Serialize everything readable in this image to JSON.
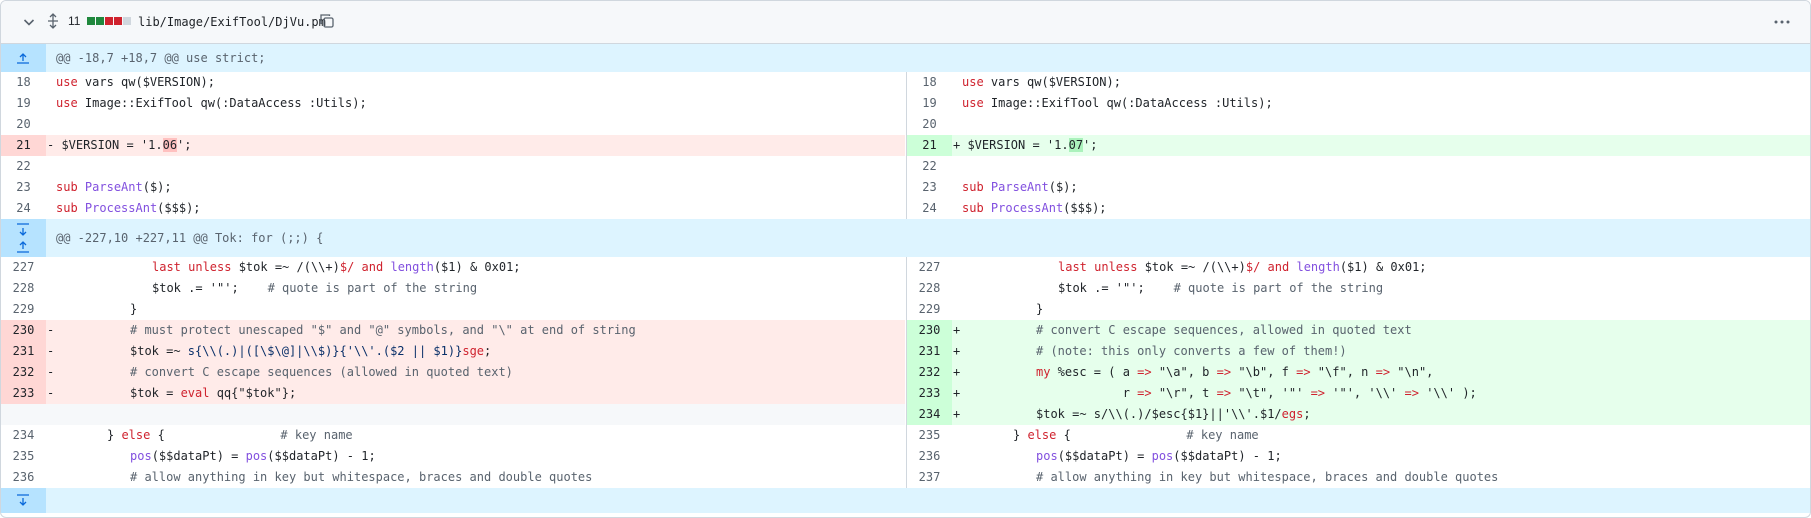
{
  "file": {
    "changes_count": "11",
    "path": "lib/Image/ExifTool/DjVu.pm",
    "colors": {
      "added": "#1f883d",
      "removed": "#cf222e",
      "neutral": "#d0d7de"
    }
  },
  "hunk1": {
    "header": "@@ -18,7 +18,7 @@ use strict;"
  },
  "hunk2": {
    "header": "@@ -227,10 +227,11 @@ Tok: for (;;) {"
  },
  "left": {
    "r1": {
      "num": "18",
      "code": "use vars qw($VERSION);"
    },
    "r2": {
      "num": "19",
      "code": "use Image::ExifTool qw(:DataAccess :Utils);"
    },
    "r3": {
      "num": "20",
      "code": ""
    },
    "r4": {
      "num": "21",
      "code": "- $VERSION = '1.06';"
    },
    "r5": {
      "num": "22",
      "code": ""
    },
    "r6": {
      "num": "23",
      "code": "sub ParseAnt($);"
    },
    "r7": {
      "num": "24",
      "code": "sub ProcessAnt($$$);"
    },
    "r8": {
      "num": "227",
      "code": "last unless $tok =~ /(\\\\+)$/ and length($1) & 0x01;"
    },
    "r9": {
      "num": "228",
      "code": "$tok .= '\"';    # quote is part of the string"
    },
    "r10": {
      "num": "229",
      "code": "}"
    },
    "r11": {
      "num": "230",
      "code": "# must protect unescaped \"$\" and \"@\" symbols, and \"\\\" at end of string"
    },
    "r12": {
      "num": "231",
      "code": "$tok =~ s{\\\\(.)|([\\$\\@]|\\\\$)}{'\\\\'.($2 || $1)}sge;"
    },
    "r13": {
      "num": "232",
      "code": "# convert C escape sequences (allowed in quoted text)"
    },
    "r14": {
      "num": "233",
      "code": "$tok = eval qq{\"$tok\"};"
    },
    "r16": {
      "num": "234",
      "code": "} else {                # key name"
    },
    "r17": {
      "num": "235",
      "code": "pos($$dataPt) = pos($$dataPt) - 1;"
    },
    "r18": {
      "num": "236",
      "code": "# allow anything in key but whitespace, braces and double quotes"
    }
  },
  "right": {
    "r1": {
      "num": "18",
      "code": "use vars qw($VERSION);"
    },
    "r2": {
      "num": "19",
      "code": "use Image::ExifTool qw(:DataAccess :Utils);"
    },
    "r3": {
      "num": "20",
      "code": ""
    },
    "r4": {
      "num": "21",
      "code": "+ $VERSION = '1.07';"
    },
    "r5": {
      "num": "22",
      "code": ""
    },
    "r6": {
      "num": "23",
      "code": "sub ParseAnt($);"
    },
    "r7": {
      "num": "24",
      "code": "sub ProcessAnt($$$);"
    },
    "r8": {
      "num": "227",
      "code": "last unless $tok =~ /(\\\\+)$/ and length($1) & 0x01;"
    },
    "r9": {
      "num": "228",
      "code": "$tok .= '\"';    # quote is part of the string"
    },
    "r10": {
      "num": "229",
      "code": "}"
    },
    "r11": {
      "num": "230",
      "code": "# convert C escape sequences, allowed in quoted text"
    },
    "r12": {
      "num": "231",
      "code": "# (note: this only converts a few of them!)"
    },
    "r13": {
      "num": "232",
      "code": "my %esc = ( a => \"\\a\", b => \"\\b\", f => \"\\f\", n => \"\\n\","
    },
    "r14": {
      "num": "233",
      "code": "            r => \"\\r\", t => \"\\t\", '\"' => '\"', '\\\\' => '\\\\' );"
    },
    "r15": {
      "num": "234",
      "code": "$tok =~ s/\\\\(.)/$esc{$1}||'\\\\'.$1/egs;"
    },
    "r16": {
      "num": "235",
      "code": "} else {                # key name"
    },
    "r17": {
      "num": "236",
      "code": "pos($$dataPt) = pos($$dataPt) - 1;"
    },
    "r18": {
      "num": "237",
      "code": "# allow anything in key but whitespace, braces and double quotes"
    }
  },
  "markers": {
    "minus": "-",
    "plus": "+"
  }
}
